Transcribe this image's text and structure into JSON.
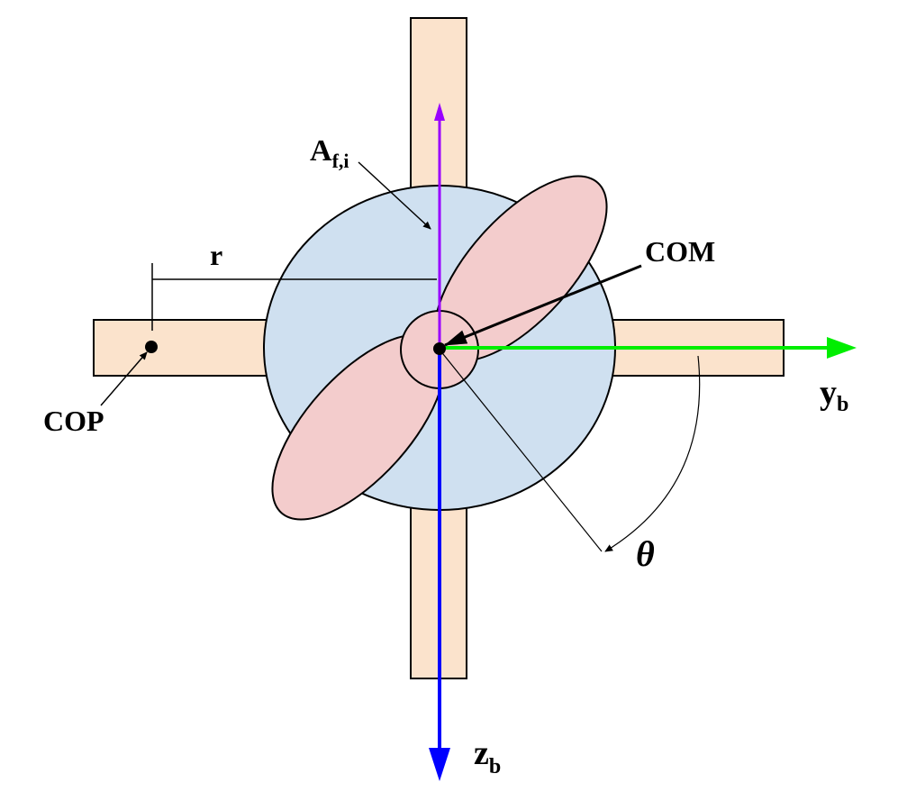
{
  "labels": {
    "area": "A",
    "area_sub": "f,i",
    "radius": "r",
    "com": "COM",
    "cop": "COP",
    "y_axis": "y",
    "y_axis_sub": "b",
    "z_axis": "z",
    "z_axis_sub": "b",
    "angle": "θ"
  },
  "colors": {
    "arm_fill": "#fbe3cc",
    "disk_fill": "#cfe0f0",
    "blade_fill": "#f3cccc",
    "y_axis": "#00ee00",
    "z_axis": "#0000ff",
    "up_axis": "#9900ff",
    "outline": "#000000"
  }
}
